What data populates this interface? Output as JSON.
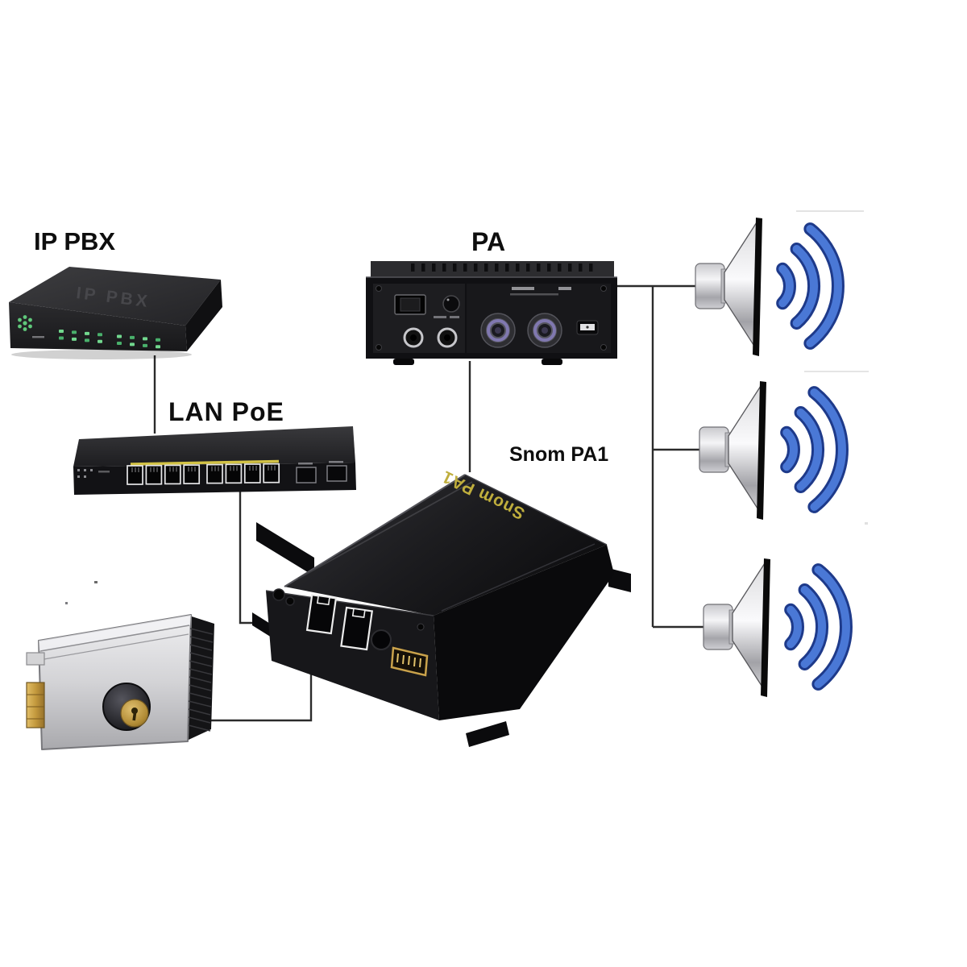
{
  "diagram": {
    "kind": "product-wiring-diagram",
    "description": "SIP paging system diagram: IP PBX and PA amplifier feed a Snom PA1 gateway over LAN PoE, driving an electric door lock and three horn loudspeakers"
  },
  "labels": {
    "ip_pbx": "IP PBX",
    "pa": "PA",
    "lan_poe": "LAN PoE",
    "snom_pa1": "Snom PA1"
  },
  "device_markings": {
    "ip_pbx_top_text": "IP PBX",
    "snom_top_text": "Snom PA1"
  },
  "devices": [
    {
      "id": "ip-pbx",
      "label": "IP PBX",
      "kind": "ip-pbx-gateway"
    },
    {
      "id": "lan-poe",
      "label": "LAN PoE",
      "kind": "8-port-poe-switch"
    },
    {
      "id": "pa",
      "label": "PA",
      "kind": "pa-amplifier"
    },
    {
      "id": "snom-pa1",
      "label": "Snom PA1",
      "kind": "sip-paging-gateway"
    },
    {
      "id": "door-lock",
      "label": "",
      "kind": "electric-door-lock"
    },
    {
      "id": "speaker-1",
      "label": "",
      "kind": "horn-loudspeaker"
    },
    {
      "id": "speaker-2",
      "label": "",
      "kind": "horn-loudspeaker"
    },
    {
      "id": "speaker-3",
      "label": "",
      "kind": "horn-loudspeaker"
    }
  ],
  "connections": [
    {
      "from": "ip-pbx",
      "to": "lan-poe"
    },
    {
      "from": "lan-poe",
      "to": "snom-pa1"
    },
    {
      "from": "pa",
      "to": "snom-pa1"
    },
    {
      "from": "snom-pa1",
      "to": "door-lock"
    },
    {
      "from": "pa",
      "to": "speaker-1"
    },
    {
      "from": "pa",
      "to": "speaker-2"
    },
    {
      "from": "pa",
      "to": "speaker-3"
    }
  ],
  "speakers": {
    "count": 3,
    "wave_arcs_per_speaker": 3
  },
  "colors": {
    "background": "#ffffff",
    "line_color": "#2b2b2b",
    "label_color": "#0e0e0e",
    "wave_blue": "#4a78d6",
    "wave_outline_blue": "#1e3a8a",
    "device_black": "#141416",
    "metal_silver": "#d9d9db",
    "brass": "#c9a24b",
    "led_green": "#72d88e",
    "poe_strip_yellow": "#d2c245",
    "snom_print_yellow": "#bfae3d"
  }
}
